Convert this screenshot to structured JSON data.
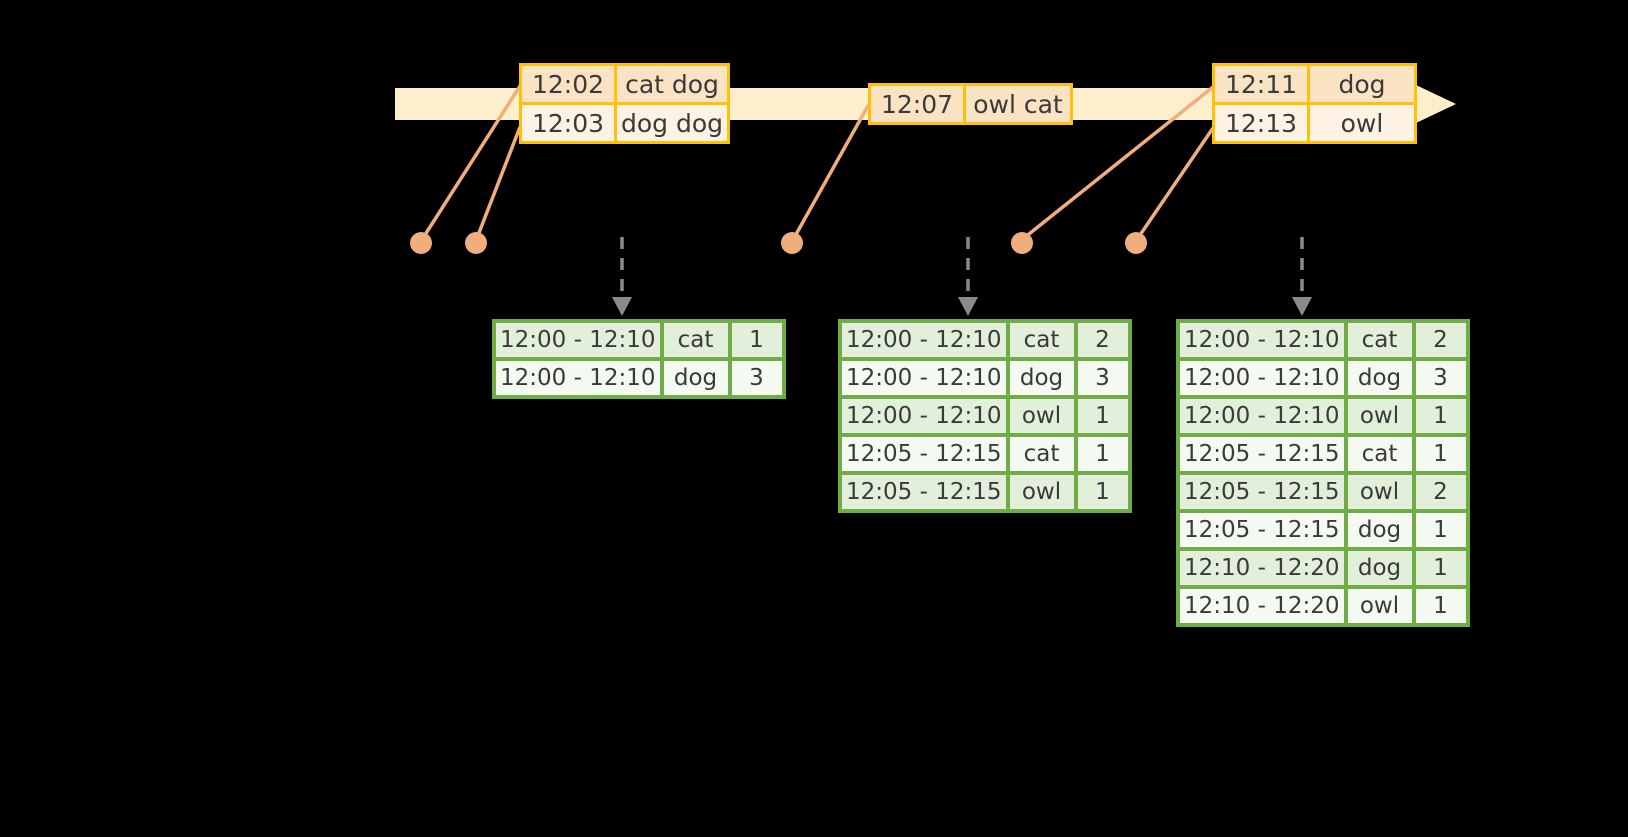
{
  "colors": {
    "timeline-fill": "#FDEFCB",
    "event-border": "#FFC107",
    "event-row-odd": "#FAE3C3",
    "event-row-even": "#FDF2E3",
    "connector-color": "#F0AE7D",
    "result-border": "#70AD47",
    "result-row-odd": "#E2EFDA",
    "result-row-even": "#F4F9F1",
    "flow-arrow-color": "#8A8A8A",
    "text-color": "#3A3A3A"
  },
  "event_tables": [
    {
      "rows": [
        {
          "time": "12:02",
          "words": "cat dog"
        },
        {
          "time": "12:03",
          "words": "dog dog"
        }
      ]
    },
    {
      "rows": [
        {
          "time": "12:07",
          "words": "owl cat"
        }
      ]
    },
    {
      "rows": [
        {
          "time": "12:11",
          "words": "dog"
        },
        {
          "time": "12:13",
          "words": "owl"
        }
      ]
    }
  ],
  "result_tables": [
    {
      "rows": [
        {
          "window": "12:00 - 12:10",
          "word": "cat",
          "count": "1"
        },
        {
          "window": "12:00 - 12:10",
          "word": "dog",
          "count": "3"
        }
      ]
    },
    {
      "rows": [
        {
          "window": "12:00 - 12:10",
          "word": "cat",
          "count": "2"
        },
        {
          "window": "12:00 - 12:10",
          "word": "dog",
          "count": "3"
        },
        {
          "window": "12:00 - 12:10",
          "word": "owl",
          "count": "1"
        },
        {
          "window": "12:05 - 12:15",
          "word": "cat",
          "count": "1"
        },
        {
          "window": "12:05 - 12:15",
          "word": "owl",
          "count": "1"
        }
      ]
    },
    {
      "rows": [
        {
          "window": "12:00 - 12:10",
          "word": "cat",
          "count": "2"
        },
        {
          "window": "12:00 - 12:10",
          "word": "dog",
          "count": "3"
        },
        {
          "window": "12:00 - 12:10",
          "word": "owl",
          "count": "1"
        },
        {
          "window": "12:05 - 12:15",
          "word": "cat",
          "count": "1"
        },
        {
          "window": "12:05 - 12:15",
          "word": "owl",
          "count": "2"
        },
        {
          "window": "12:05 - 12:15",
          "word": "dog",
          "count": "1"
        },
        {
          "window": "12:10 - 12:20",
          "word": "dog",
          "count": "1"
        },
        {
          "window": "12:10 - 12:20",
          "word": "owl",
          "count": "1"
        }
      ]
    }
  ]
}
